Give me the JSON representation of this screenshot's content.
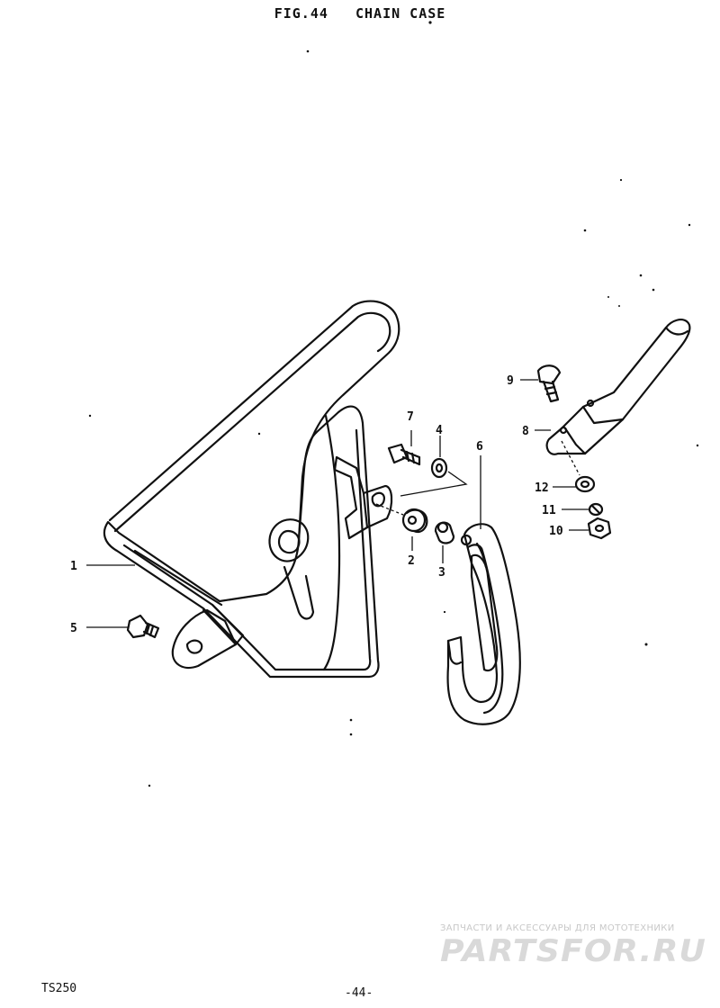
{
  "header": {
    "fig_label": "FIG.44",
    "section_title": "CHAIN CASE"
  },
  "callouts": [
    {
      "id": "1",
      "label": "1"
    },
    {
      "id": "2",
      "label": "2"
    },
    {
      "id": "3",
      "label": "3"
    },
    {
      "id": "4",
      "label": "4"
    },
    {
      "id": "5",
      "label": "5"
    },
    {
      "id": "6",
      "label": "6"
    },
    {
      "id": "7",
      "label": "7"
    },
    {
      "id": "8",
      "label": "8"
    },
    {
      "id": "9",
      "label": "9"
    },
    {
      "id": "10",
      "label": "10"
    },
    {
      "id": "11",
      "label": "11"
    },
    {
      "id": "12",
      "label": "12"
    }
  ],
  "footer": {
    "model": "TS250",
    "page": "-44-"
  },
  "watermark": {
    "tagline": "ЗАПЧАСТИ И АКСЕССУАРЫ ДЛЯ МОТОТЕХНИКИ",
    "logo_text": "PARTSFOR.RU",
    "color": "#d9d9d9"
  },
  "colors": {
    "ink": "#111111",
    "paper": "#ffffff"
  }
}
